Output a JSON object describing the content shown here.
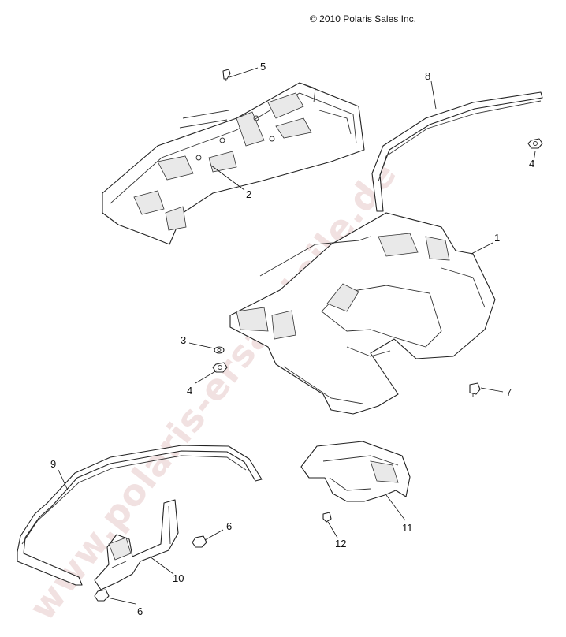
{
  "copyright": "© 2010 Polaris Sales Inc.",
  "watermark": "www.polaris-ersatzteile.de",
  "callouts": [
    {
      "id": "c1",
      "label": "1"
    },
    {
      "id": "c2",
      "label": "2"
    },
    {
      "id": "c3",
      "label": "3"
    },
    {
      "id": "c4a",
      "label": "4"
    },
    {
      "id": "c4b",
      "label": "4"
    },
    {
      "id": "c5",
      "label": "5"
    },
    {
      "id": "c6a",
      "label": "6"
    },
    {
      "id": "c6b",
      "label": "6"
    },
    {
      "id": "c7",
      "label": "7"
    },
    {
      "id": "c8",
      "label": "8"
    },
    {
      "id": "c9",
      "label": "9"
    },
    {
      "id": "c10",
      "label": "10"
    },
    {
      "id": "c11",
      "label": "11"
    },
    {
      "id": "c12",
      "label": "12"
    }
  ]
}
